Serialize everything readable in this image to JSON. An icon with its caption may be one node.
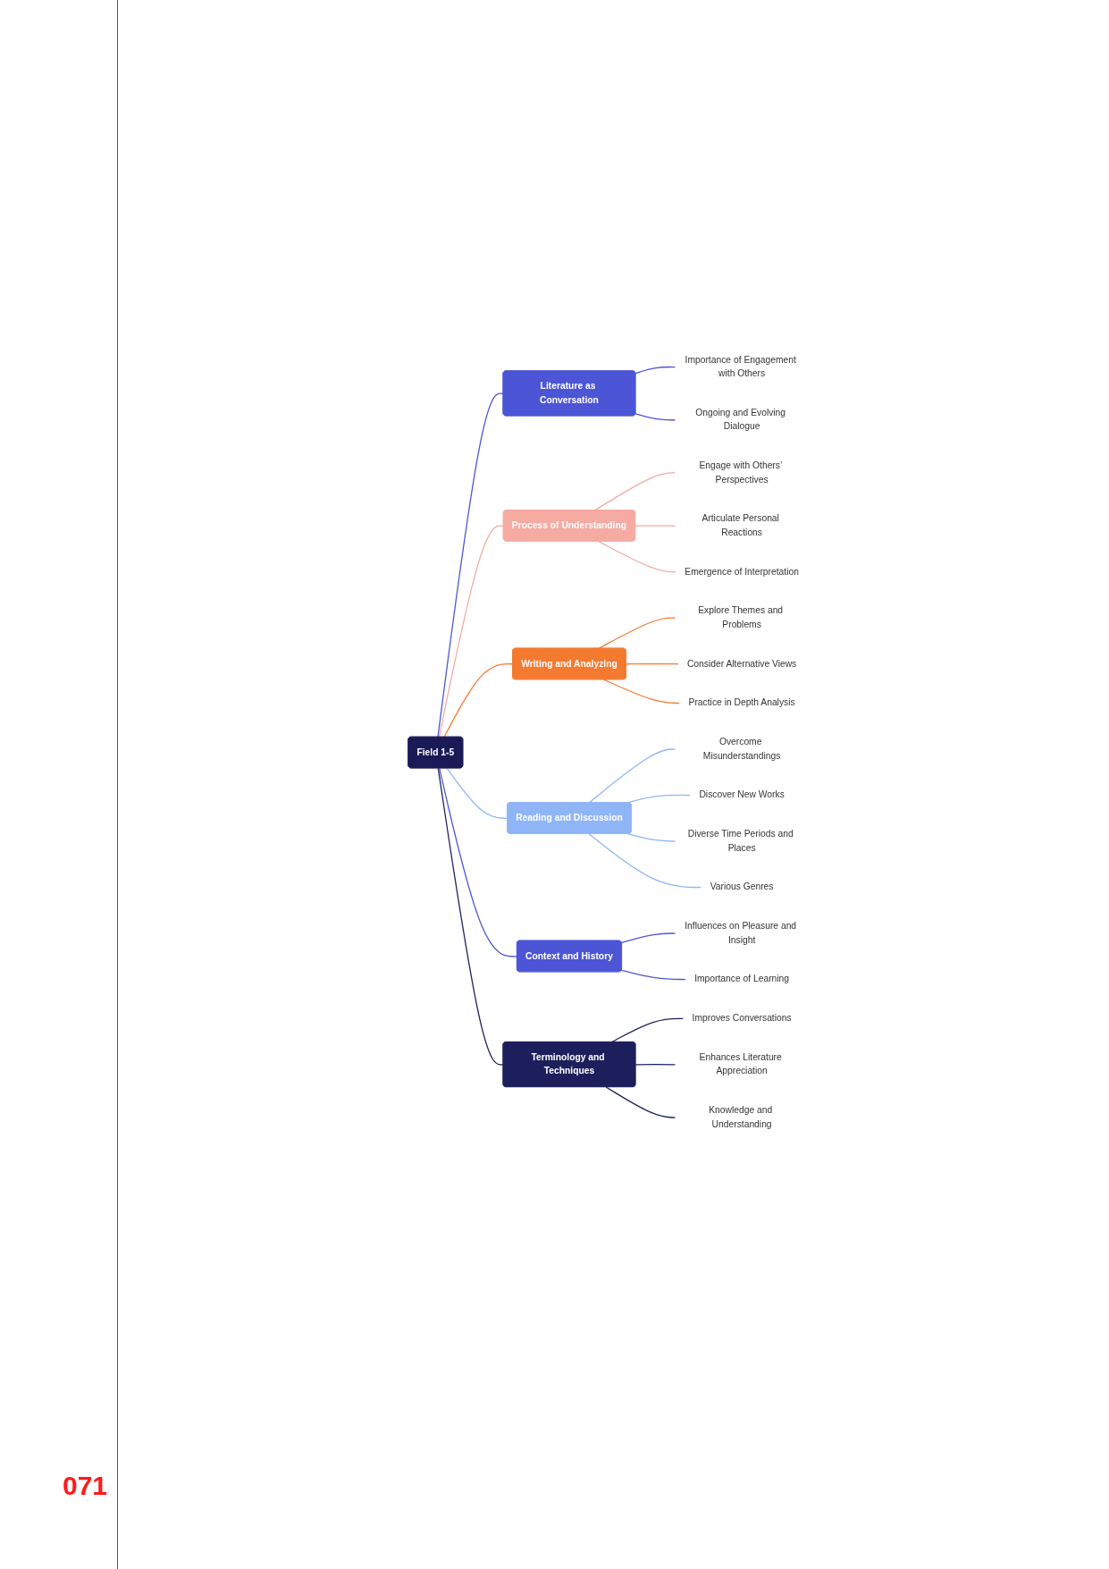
{
  "diagram": {
    "nodes": [
      {
        "text": [
          "Field 1-5"
        ]
      },
      {
        "text": [
          "Literature as Conversation"
        ]
      },
      {
        "text": [
          "Importance of Engagement with Others"
        ]
      },
      {
        "text": [
          "Ongoing and Evolving Dialogue"
        ]
      },
      {
        "text": [
          "Process of Understanding"
        ]
      },
      {
        "text": [
          "Engage with Others’ Perspectives"
        ]
      },
      {
        "text": [
          "Articulate Personal Reactions"
        ]
      },
      {
        "text": [
          "Emergence of Interpretation"
        ]
      },
      {
        "text": [
          "Writing and Analyzing"
        ]
      },
      {
        "text": [
          "Explore Themes and Problems"
        ]
      },
      {
        "text": [
          "Consider Alternative Views"
        ]
      },
      {
        "text": [
          "Practice in Depth Analysis"
        ]
      },
      {
        "text": [
          "Reading and Discussion"
        ]
      },
      {
        "text": [
          "Overcome Misunderstandings"
        ]
      },
      {
        "text": [
          "Discover New Works"
        ]
      },
      {
        "text": [
          "Diverse Time Periods and Places"
        ]
      },
      {
        "text": [
          "Various Genres"
        ]
      },
      {
        "text": [
          "Context and History"
        ]
      },
      {
        "text": [
          "Influences on Pleasure and Insight"
        ]
      },
      {
        "text": [
          "Importance of Learning"
        ]
      },
      {
        "text": [
          "Terminology and Techniques"
        ]
      },
      {
        "text": [
          "Improves Conversations"
        ]
      },
      {
        "text": [
          "Enhances Literature Appreciation"
        ]
      },
      {
        "text": [
          "Knowledge and Understanding"
        ]
      }
    ],
    "edges": [
      {
        "from": 0,
        "to": 1,
        "arrow": "none",
        "color": "#4b55d6"
      },
      {
        "from": 1,
        "to": 2,
        "arrow": "none",
        "color": "#4b55d6"
      },
      {
        "from": 1,
        "to": 3,
        "arrow": "none",
        "color": "#4b55d6"
      },
      {
        "from": 0,
        "to": 4,
        "arrow": "none",
        "color": "#f5aaa2"
      },
      {
        "from": 4,
        "to": 5,
        "arrow": "none",
        "color": "#f5aaa2"
      },
      {
        "from": 4,
        "to": 6,
        "arrow": "none",
        "color": "#f5aaa2"
      },
      {
        "from": 4,
        "to": 7,
        "arrow": "none",
        "color": "#f5aaa2"
      },
      {
        "from": 0,
        "to": 8,
        "arrow": "none",
        "color": "#f47a30"
      },
      {
        "from": 8,
        "to": 9,
        "arrow": "none",
        "color": "#f47a30"
      },
      {
        "from": 8,
        "to": 10,
        "arrow": "none",
        "color": "#f47a30"
      },
      {
        "from": 8,
        "to": 11,
        "arrow": "none",
        "color": "#f47a30"
      },
      {
        "from": 0,
        "to": 12,
        "arrow": "none",
        "color": "#8fb5f7"
      },
      {
        "from": 12,
        "to": 13,
        "arrow": "none",
        "color": "#8fb5f7"
      },
      {
        "from": 12,
        "to": 14,
        "arrow": "none",
        "color": "#8fb5f7"
      },
      {
        "from": 12,
        "to": 15,
        "arrow": "none",
        "color": "#8fb5f7"
      },
      {
        "from": 12,
        "to": 16,
        "arrow": "none",
        "color": "#8fb5f7"
      },
      {
        "from": 0,
        "to": 17,
        "arrow": "none",
        "color": "#4b55d6"
      },
      {
        "from": 17,
        "to": 18,
        "arrow": "none",
        "color": "#4b55d6"
      },
      {
        "from": 17,
        "to": 19,
        "arrow": "none",
        "color": "#4b55d6"
      },
      {
        "from": 0,
        "to": 20,
        "arrow": "none",
        "color": "#1d1f5c"
      },
      {
        "from": 20,
        "to": 21,
        "arrow": "none",
        "color": "#1d1f5c"
      },
      {
        "from": 20,
        "to": 22,
        "arrow": "none",
        "color": "#1d1f5c"
      },
      {
        "from": 20,
        "to": 23,
        "arrow": "none",
        "color": "#1d1f5c"
      }
    ],
    "labels": [
      "071"
    ]
  }
}
